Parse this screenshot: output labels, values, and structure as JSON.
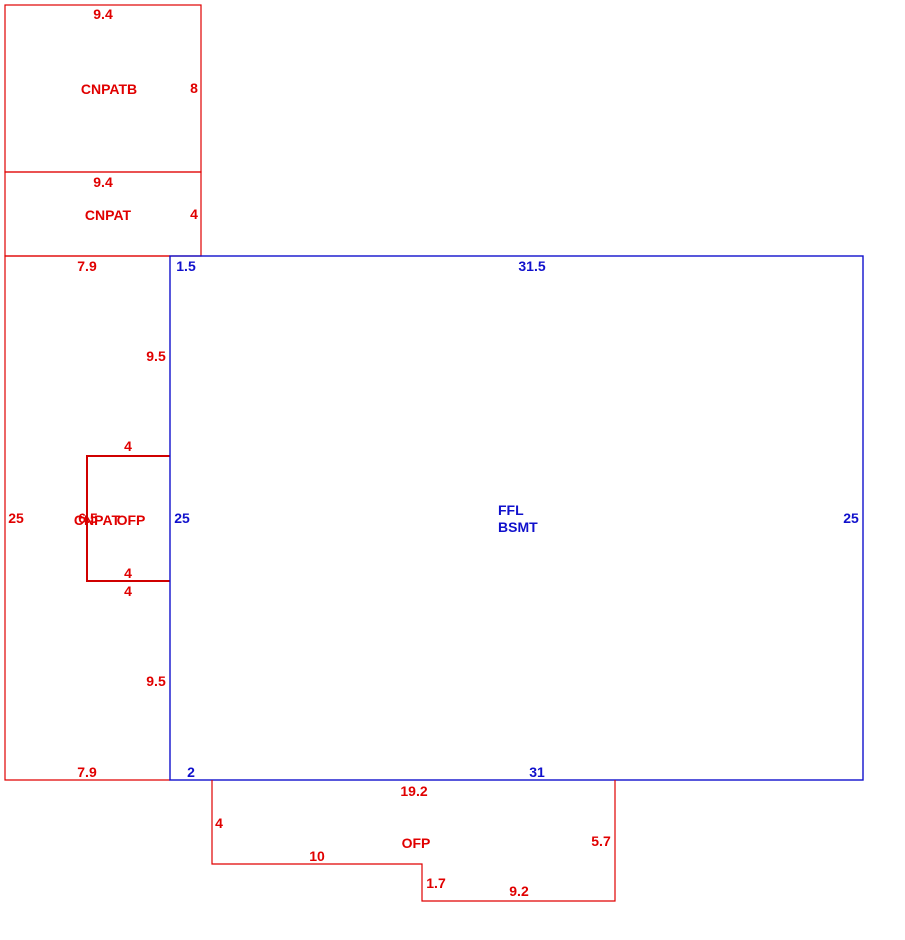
{
  "colors": {
    "addition_lines": "#e00000",
    "main_area_lines": "#1010cc",
    "background": "#ffffff"
  },
  "areas": {
    "cnpatb": {
      "label": "CNPATB",
      "top_dim": "9.4",
      "side_dim": "8"
    },
    "cnpat_upper": {
      "label": "CNPAT",
      "top_dim": "9.4",
      "side_dim": "4"
    },
    "cnpat_left": {
      "label": "CNPAT",
      "top_dim": "7.9",
      "bottom_dim": "7.9",
      "left_dim": "25",
      "upper_inner_dim": "9.5",
      "lower_inner_dim": "9.5"
    },
    "ofp_left": {
      "label": "OFP",
      "top_dim": "4",
      "bottom_dim_inner": "4",
      "bottom_dim_outer": "4",
      "side_dim": "6.5"
    },
    "main": {
      "label_line1": "FFL",
      "label_line2": "BSMT",
      "top_dim": "31.5",
      "top_left_dim": "1.5",
      "bottom_dim": "31",
      "bottom_left_dim": "2",
      "left_dim": "25",
      "right_dim": "25"
    },
    "ofp_bottom": {
      "label": "OFP",
      "top_dim": "19.2",
      "left_dim": "4",
      "step_horizontal_dim": "10",
      "step_vertical_dim": "1.7",
      "bottom_dim": "9.2",
      "right_dim": "5.7"
    }
  }
}
